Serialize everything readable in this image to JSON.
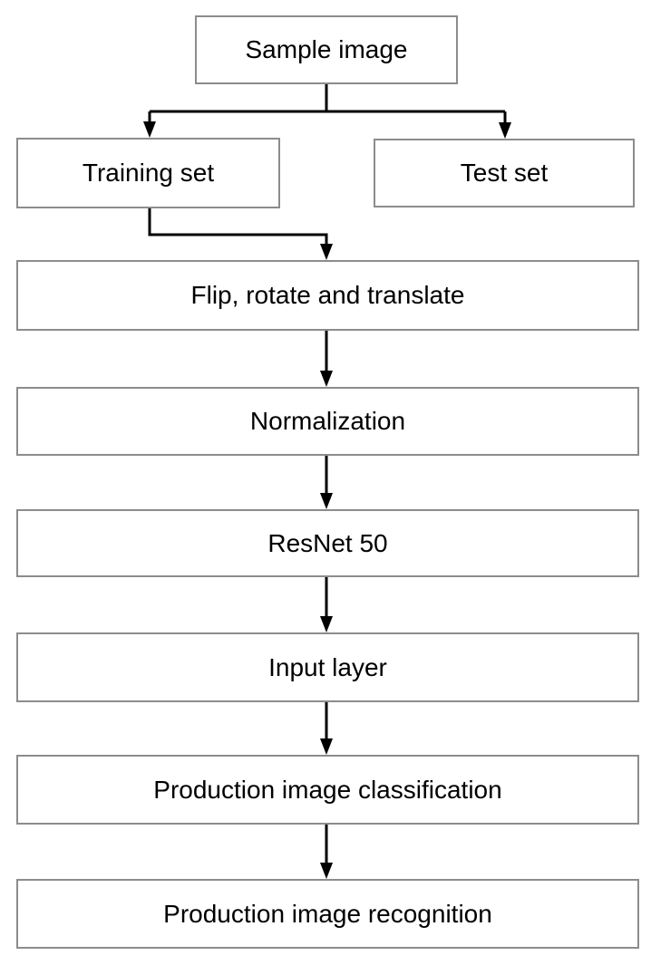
{
  "diagram": {
    "type": "flowchart",
    "nodes": [
      {
        "id": "sample-image",
        "label": "Sample image"
      },
      {
        "id": "training-set",
        "label": "Training set"
      },
      {
        "id": "test-set",
        "label": "Test set"
      },
      {
        "id": "flip-rotate-translate",
        "label": "Flip, rotate and translate"
      },
      {
        "id": "normalization",
        "label": "Normalization"
      },
      {
        "id": "resnet-50",
        "label": "ResNet 50"
      },
      {
        "id": "input-layer",
        "label": "Input layer"
      },
      {
        "id": "production-image-classification",
        "label": "Production image classification"
      },
      {
        "id": "production-image-recognition",
        "label": "Production image recognition"
      }
    ],
    "edges": [
      {
        "from": "sample-image",
        "to": "training-set"
      },
      {
        "from": "sample-image",
        "to": "test-set"
      },
      {
        "from": "training-set",
        "to": "flip-rotate-translate"
      },
      {
        "from": "flip-rotate-translate",
        "to": "normalization"
      },
      {
        "from": "normalization",
        "to": "resnet-50"
      },
      {
        "from": "resnet-50",
        "to": "input-layer"
      },
      {
        "from": "input-layer",
        "to": "production-image-classification"
      },
      {
        "from": "production-image-classification",
        "to": "production-image-recognition"
      }
    ],
    "colors": {
      "background": "#ffffff",
      "box_fill": "#ffffff",
      "box_border": "#8c8c8c",
      "connector": "#000000",
      "text": "#000000"
    }
  }
}
